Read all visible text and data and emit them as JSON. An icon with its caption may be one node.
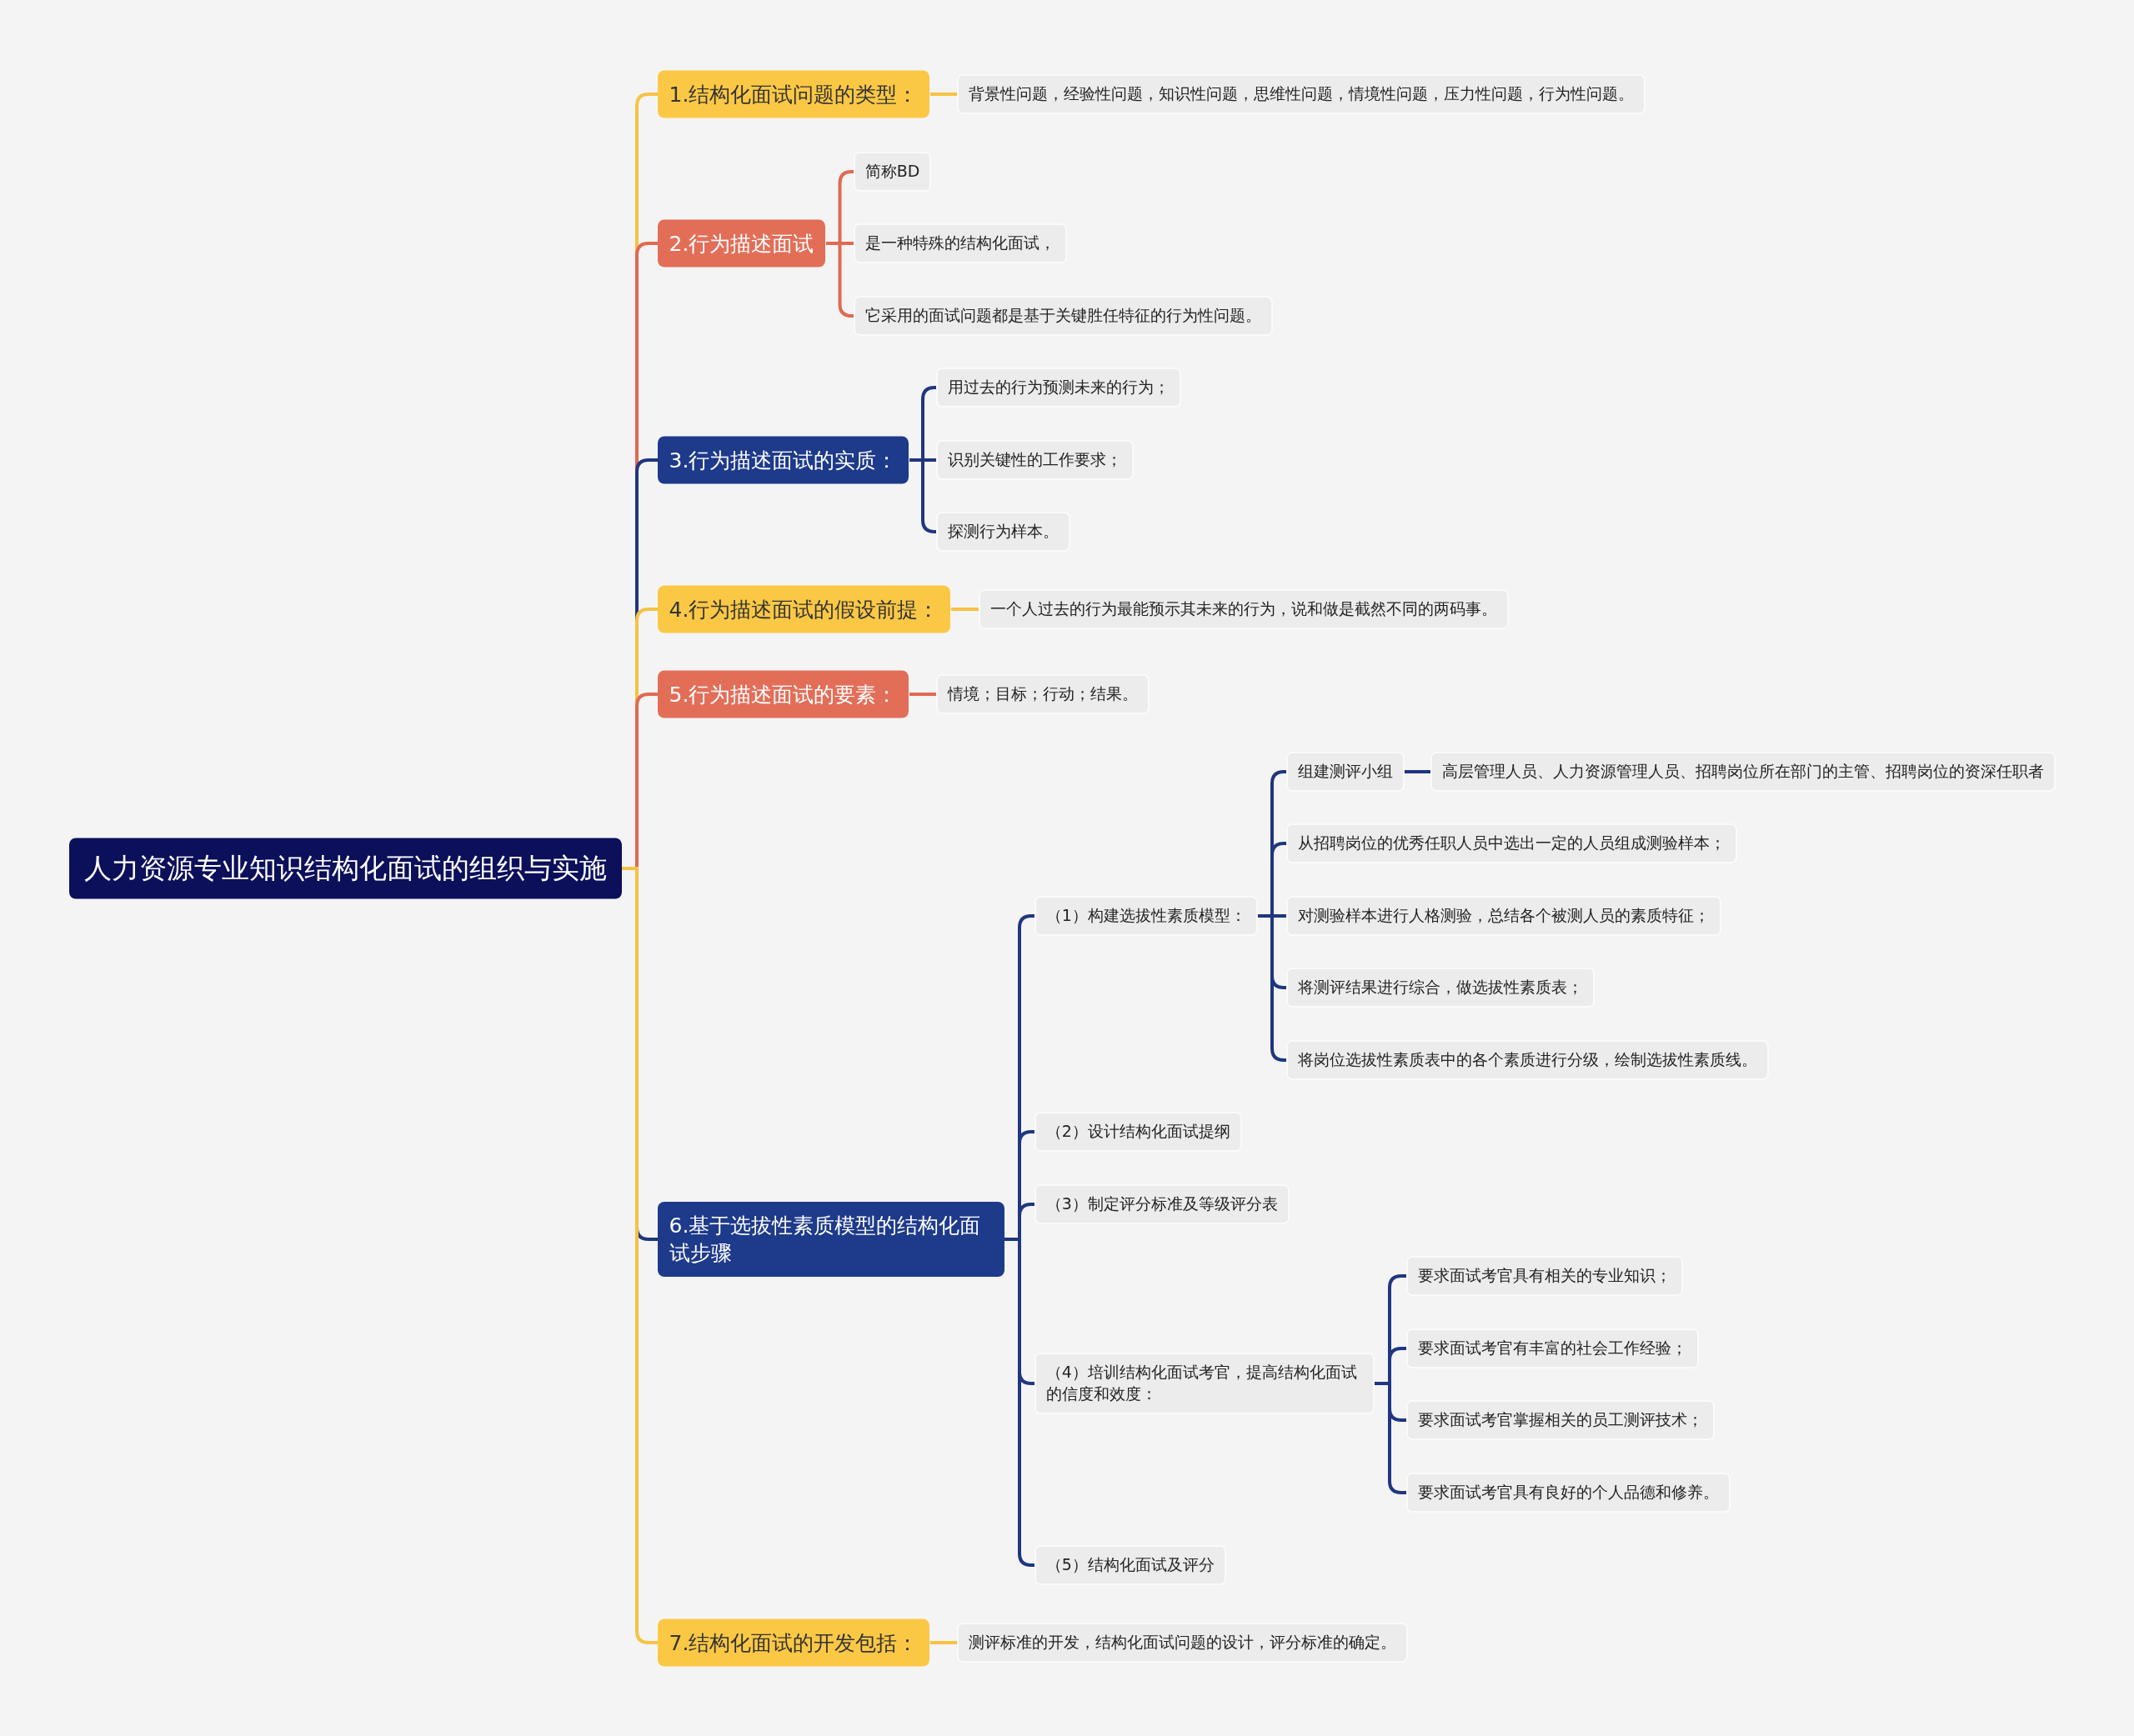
{
  "diagram": {
    "nodes": [
      {
        "text": [
          "人力资源专业知识结构化面试的组织与实施"
        ]
      },
      {
        "text": [
          "1.结构化面试问题的类型："
        ]
      },
      {
        "text": [
          "背景性问题，经验性问题，知识性问题，思维性问题，情境性问题，压力性问题，行为性问题。"
        ]
      },
      {
        "text": [
          "2.行为描述面试"
        ]
      },
      {
        "text": [
          "简称BD"
        ]
      },
      {
        "text": [
          "是一种特殊的结构化面试，"
        ]
      },
      {
        "text": [
          "它采用的面试问题都是基于关键胜任特征的行为性问题。"
        ]
      },
      {
        "text": [
          "3.行为描述面试的实质："
        ]
      },
      {
        "text": [
          "用过去的行为预测未来的行为；"
        ]
      },
      {
        "text": [
          "识别关键性的工作要求；"
        ]
      },
      {
        "text": [
          "探测行为样本。"
        ]
      },
      {
        "text": [
          "4.行为描述面试的假设前提："
        ]
      },
      {
        "text": [
          "一个人过去的行为最能预示其未来的行为，说和做是截然不同的两码事。"
        ]
      },
      {
        "text": [
          "5.行为描述面试的要素："
        ]
      },
      {
        "text": [
          "情境；目标；行动；结果。"
        ]
      },
      {
        "text": [
          "6.基于选拔性素质模型的结构化面试步骤"
        ]
      },
      {
        "text": [
          "（1）构建选拔性素质模型："
        ]
      },
      {
        "text": [
          "组建测评小组"
        ]
      },
      {
        "text": [
          "高层管理人员、人力资源管理人员、招聘岗位所在部门的主管、招聘岗位的资深任职者"
        ]
      },
      {
        "text": [
          "从招聘岗位的优秀任职人员中选出一定的人员组成测验样本；"
        ]
      },
      {
        "text": [
          "对测验样本进行人格测验，总结各个被测人员的素质特征；"
        ]
      },
      {
        "text": [
          "将测评结果进行综合，做选拔性素质表；"
        ]
      },
      {
        "text": [
          "将岗位选拔性素质表中的各个素质进行分级，绘制选拔性素质线。"
        ]
      },
      {
        "text": [
          "（2）设计结构化面试提纲"
        ]
      },
      {
        "text": [
          "（3）制定评分标准及等级评分表"
        ]
      },
      {
        "text": [
          "（4）培训结构化面试考官，提高结构化面试的信度和效度："
        ]
      },
      {
        "text": [
          "要求面试考官具有相关的专业知识；"
        ]
      },
      {
        "text": [
          "要求面试考官有丰富的社会工作经验；"
        ]
      },
      {
        "text": [
          "要求面试考官掌握相关的员工测评技术；"
        ]
      },
      {
        "text": [
          "要求面试考官具有良好的个人品德和修养。"
        ]
      },
      {
        "text": [
          "（5）结构化面试及评分"
        ]
      },
      {
        "text": [
          "7.结构化面试的开发包括："
        ]
      },
      {
        "text": [
          "测评标准的开发，结构化面试问题的设计，评分标准的确定。"
        ]
      }
    ],
    "edges": [
      {
        "from": 0,
        "to": 1,
        "arrow": "none",
        "color": "#f7c244"
      },
      {
        "from": 1,
        "to": 2,
        "arrow": "none",
        "color": "#f7c244"
      },
      {
        "from": 0,
        "to": 3,
        "arrow": "none",
        "color": "#e06a52"
      },
      {
        "from": 3,
        "to": 4,
        "arrow": "none",
        "color": "#e06a52"
      },
      {
        "from": 3,
        "to": 5,
        "arrow": "none",
        "color": "#e06a52"
      },
      {
        "from": 3,
        "to": 6,
        "arrow": "none",
        "color": "#e06a52"
      },
      {
        "from": 0,
        "to": 7,
        "arrow": "none"
      },
      {
        "from": 7,
        "to": 8,
        "arrow": "none"
      },
      {
        "from": 7,
        "to": 9,
        "arrow": "none"
      },
      {
        "from": 7,
        "to": 10,
        "arrow": "none"
      },
      {
        "from": 0,
        "to": 11,
        "arrow": "none",
        "color": "#f7c244"
      },
      {
        "from": 11,
        "to": 12,
        "arrow": "none",
        "color": "#f7c244"
      },
      {
        "from": 0,
        "to": 13,
        "arrow": "none",
        "color": "#e06a52"
      },
      {
        "from": 13,
        "to": 14,
        "arrow": "none",
        "color": "#e06a52"
      },
      {
        "from": 0,
        "to": 15,
        "arrow": "none"
      },
      {
        "from": 15,
        "to": 16,
        "arrow": "none"
      },
      {
        "from": 16,
        "to": 17,
        "arrow": "none"
      },
      {
        "from": 17,
        "to": 18,
        "arrow": "none"
      },
      {
        "from": 16,
        "to": 19,
        "arrow": "none"
      },
      {
        "from": 16,
        "to": 20,
        "arrow": "none"
      },
      {
        "from": 16,
        "to": 21,
        "arrow": "none"
      },
      {
        "from": 16,
        "to": 22,
        "arrow": "none"
      },
      {
        "from": 15,
        "to": 23,
        "arrow": "none"
      },
      {
        "from": 15,
        "to": 24,
        "arrow": "none"
      },
      {
        "from": 15,
        "to": 25,
        "arrow": "none"
      },
      {
        "from": 25,
        "to": 26,
        "arrow": "none"
      },
      {
        "from": 25,
        "to": 27,
        "arrow": "none"
      },
      {
        "from": 25,
        "to": 28,
        "arrow": "none"
      },
      {
        "from": 25,
        "to": 29,
        "arrow": "none"
      },
      {
        "from": 15,
        "to": 30,
        "arrow": "none"
      },
      {
        "from": 0,
        "to": 31,
        "arrow": "none",
        "color": "#f7c244"
      },
      {
        "from": 31,
        "to": 32,
        "arrow": "none",
        "color": "#f7c244"
      }
    ]
  }
}
